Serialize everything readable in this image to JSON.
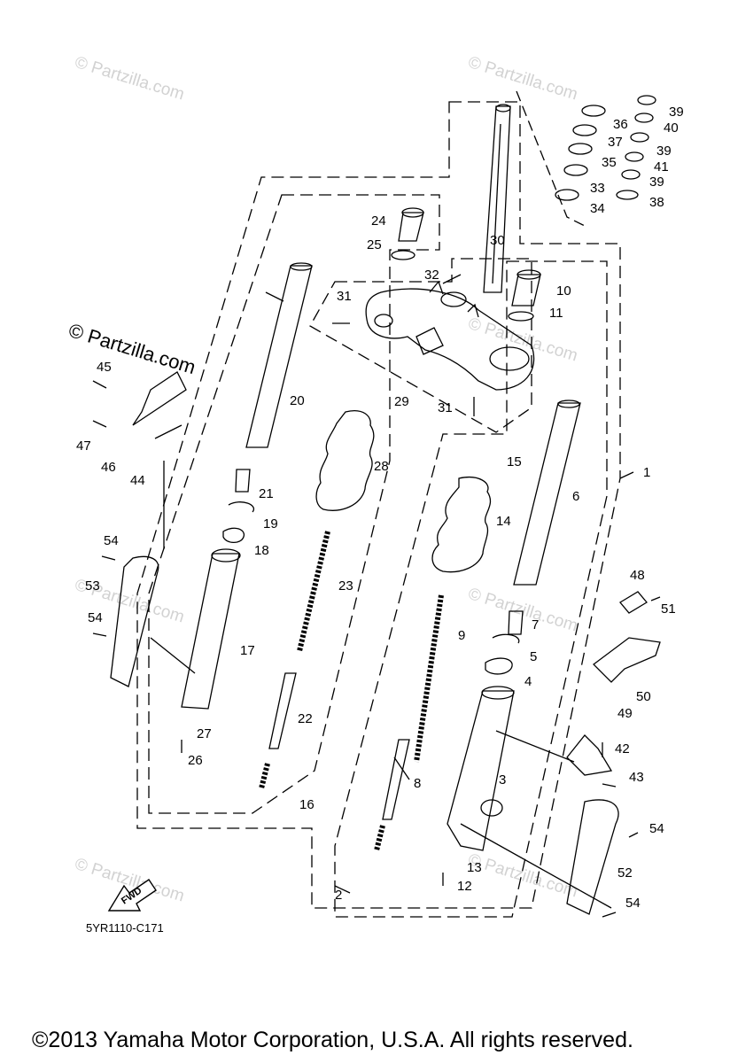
{
  "watermark": "© Partzilla.com",
  "diagram_code": "5YR1110-C171",
  "fwd_label": "FWD",
  "copyright": "©2013  Yamaha Motor Corporation, U.S.A. All rights reserved.",
  "callouts": {
    "c1": "1",
    "c2": "2",
    "c3": "3",
    "c4": "4",
    "c5": "5",
    "c6": "6",
    "c7": "7",
    "c8": "8",
    "c9": "9",
    "c10": "10",
    "c11": "11",
    "c12": "12",
    "c13": "13",
    "c14": "14",
    "c15": "15",
    "c16": "16",
    "c17": "17",
    "c18": "18",
    "c19": "19",
    "c20": "20",
    "c21": "21",
    "c22": "22",
    "c23": "23",
    "c24": "24",
    "c25": "25",
    "c26": "26",
    "c27": "27",
    "c28": "28",
    "c29": "29",
    "c30": "30",
    "c31": "31",
    "c32": "32",
    "c33": "33",
    "c34": "34",
    "c35": "35",
    "c36": "36",
    "c37": "37",
    "c38": "38",
    "c39": "39",
    "c40": "40",
    "c41": "41",
    "c42": "42",
    "c43": "43",
    "c44": "44",
    "c45": "45",
    "c46": "46",
    "c47": "47",
    "c48": "48",
    "c49": "49",
    "c50": "50",
    "c51": "51",
    "c52": "52",
    "c53": "53",
    "c54": "54"
  }
}
